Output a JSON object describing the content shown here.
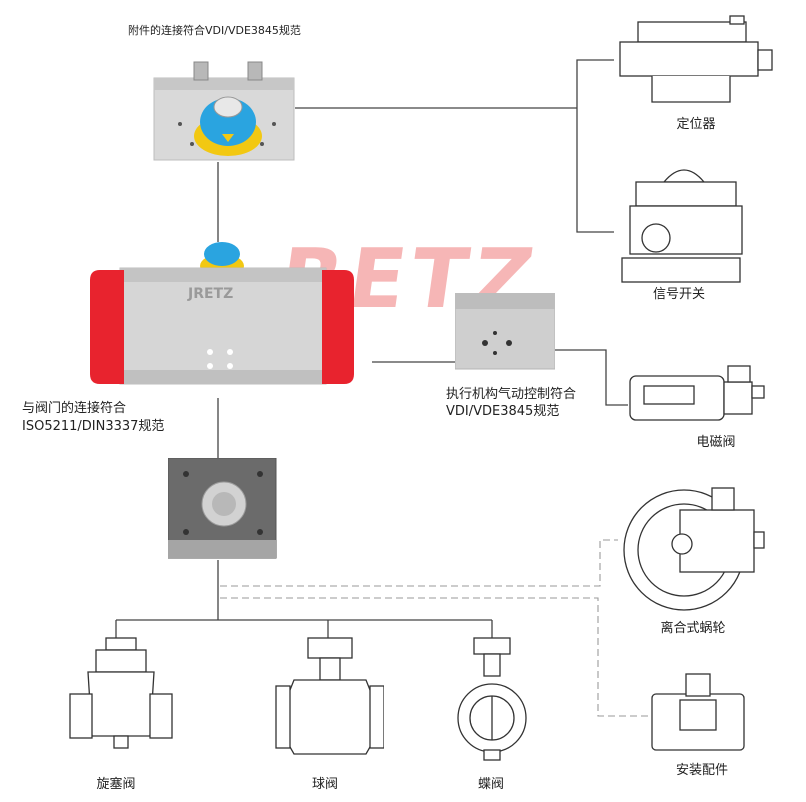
{
  "watermark": "RETZ",
  "actuator_logo": "JRETZ",
  "labels": {
    "accessory_standard": "附件的连接符合VDI/VDE3845规范",
    "valve_connection_line1": "与阀门的连接符合",
    "valve_connection_line2": "ISO5211/DIN3337规范",
    "control_line1": "执行机构气动控制符合",
    "control_line2": "VDI/VDE3845规范"
  },
  "components": {
    "positioner": "定位器",
    "limit_switch": "信号开关",
    "solenoid_valve": "电磁阀",
    "declutch_gearbox": "离合式蜗轮",
    "mounting_kit": "安装配件"
  },
  "valves": {
    "plug_valve": "旋塞阀",
    "ball_valve": "球阀",
    "butterfly_valve": "蝶阀"
  },
  "colors": {
    "actuator_end_cap": "#e8232e",
    "indicator_blue": "#2aa4e0",
    "indicator_yellow": "#f2c812",
    "watermark": "#ef7b7b",
    "line": "#444444",
    "dashed_line": "#9a9a9a"
  }
}
